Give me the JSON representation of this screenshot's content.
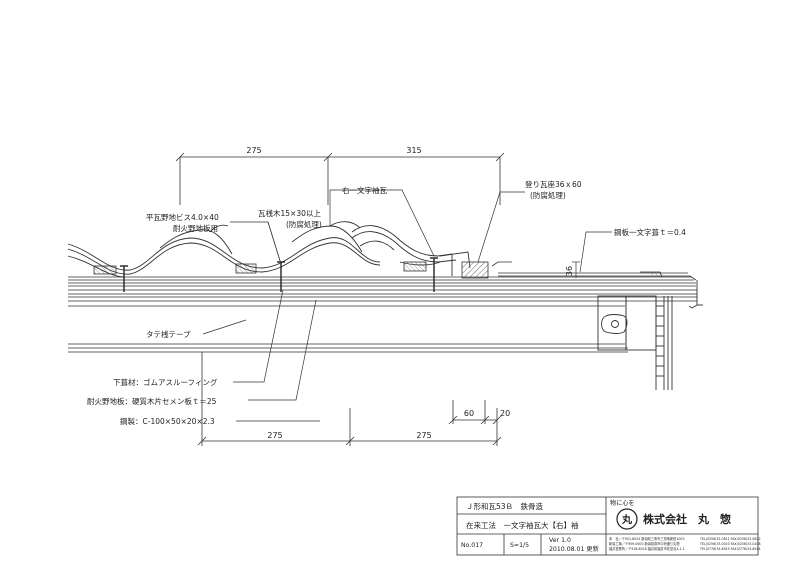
{
  "dimensions": {
    "top_left": "275",
    "top_right": "315",
    "bottom_left": "275",
    "bottom_right": "275",
    "small_60": "60",
    "small_20": "20",
    "small_36": "36"
  },
  "labels": {
    "screw_line1": "平瓦野地ビス4.0×40",
    "screw_line2": "耐火野地板用",
    "batten_line1": "瓦桟木15×30以上",
    "batten_line2": "(防腐処理)",
    "right_tile": "右一文字袖瓦",
    "ridge_seat_line1": "登り瓦座36ｘ60",
    "ridge_seat_line2": "(防腐処理)",
    "steel_sheet": "鋼板一文字葺ｔ＝0.4",
    "tate_tape": "タテ桟テープ",
    "underlay": "下葺材：ゴムアスルーフィング",
    "fire_board": "耐火野地板：硬質木片セメン板ｔ＝25",
    "steel_channel": "鋼製：C-100×50×20×2.3"
  },
  "title_block": {
    "row1": "Ｊ形和瓦53Ｂ　鉄骨造",
    "row2": "在来工法　一文字袖瓦大【右】袖",
    "number": "No.017",
    "scale": "S=1/5",
    "version": "Ver 1.0",
    "date": "2010.08.01 更新",
    "logo_caption": "物に心を",
    "logo_mark": "丸",
    "company": "株式会社　丸　惣",
    "addresses": [
      "本　社／〒951-8024 新潟県三条市三貫地新田1003",
      "新潟工場／〒959-0000 新潟県燕市中央通り丸惣",
      "福井営業所／〒918-8018 福井県福井市花堂北1-1-1"
    ],
    "phones": [
      "TEL(0256)32-0811 FAX(0256)32-0822",
      "TEL(0256)33-0010 FAX(0256)33-0108",
      "TEL(0776)34-8915 FAX(0776)34-8914"
    ]
  },
  "colors": {
    "line": "#333333",
    "text": "#222222",
    "hatch": "#444444"
  }
}
